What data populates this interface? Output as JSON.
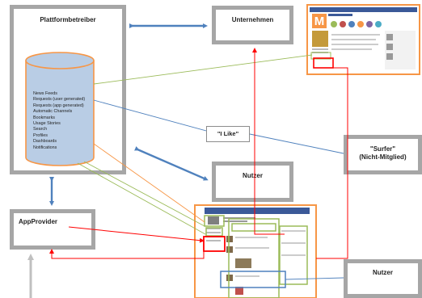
{
  "platform": {
    "title": "Plattformbetreiber",
    "features": [
      "News Feeds",
      "Requests (user generated)",
      "Requests (app generated)",
      "Automatic Channels",
      "Bookmarks",
      "Usage Stories",
      "Search",
      "Profiles",
      "Dashboards",
      "Notifications"
    ]
  },
  "unternehmen": {
    "title": "Unternehmen"
  },
  "nutzer_mid": {
    "title": "Nutzer"
  },
  "nutzer_bottom": {
    "title": "Nutzer"
  },
  "appprovider": {
    "title": "AppProvider"
  },
  "surfer": {
    "line1": "\"Surfer\"",
    "line2": "(Nicht-Mitglied)"
  },
  "like": {
    "label": "\"I Like\""
  },
  "colors": {
    "box_border": "#a6a6a6",
    "database_fill": "#b9cde5",
    "database_stroke": "#f79646",
    "orange_frame": "#f79646",
    "blue_arrow": "#4f81bd",
    "red_line": "#ff0000",
    "green_line": "#9bbb59"
  }
}
